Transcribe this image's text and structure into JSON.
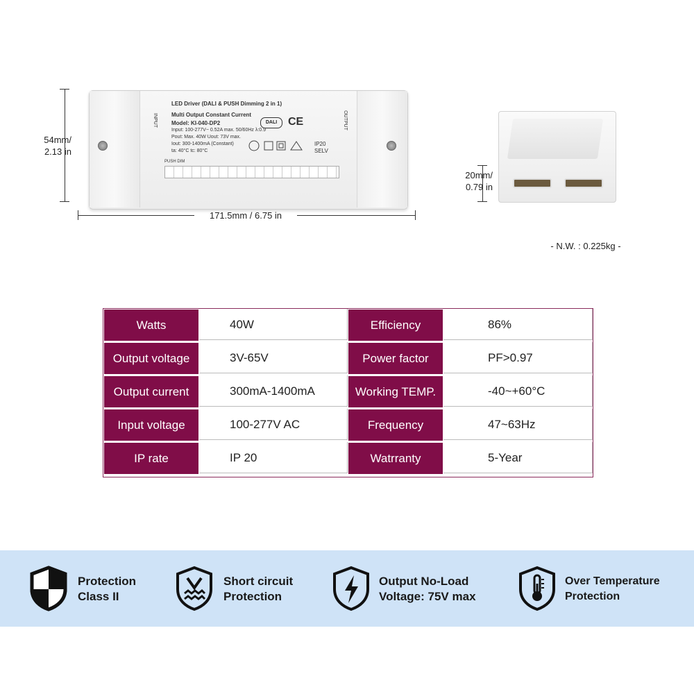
{
  "product": {
    "height_dim": "54mm/",
    "height_dim_in": "2.13 in",
    "length_dim": "171.5mm / 6.75 in",
    "side_dim": "20mm/",
    "side_dim_in": "0.79 in",
    "net_weight": "-  N.W. : 0.225kg  -",
    "label": {
      "line1": "LED Driver (DALI & PUSH Dimming 2 in 1)",
      "line2": "Multi Output Constant Current",
      "model": "Model: KI-040-DP2",
      "input": "Input: 100-277V~ 0.52A max. 50/60Hz λ:0.9",
      "pout": "Pout: Max. 40W  Uout: 73V max.",
      "iout": "Iout: 300-1400mA (Constant)",
      "ta": "ta: 40°C  tc: 80°C",
      "dali": "DALI",
      "ce": "CE",
      "ip": "IP20",
      "selv": "SELV",
      "input_side": "INPUT",
      "output_side": "OUTPUT",
      "push_dim": "PUSH DIM"
    }
  },
  "specs": [
    {
      "label_left": "Watts",
      "value_left": "40W",
      "label_right": "Efficiency",
      "value_right": "86%"
    },
    {
      "label_left": "Output voltage",
      "value_left": "3V-65V",
      "label_right": "Power factor",
      "value_right": "PF>0.97"
    },
    {
      "label_left": "Output current",
      "value_left": "300mA-1400mA",
      "label_right": "Working TEMP.",
      "value_right": "-40~+60°C"
    },
    {
      "label_left": "Input voltage",
      "value_left": "100-277V AC",
      "label_right": "Frequency",
      "value_right": "47~63Hz"
    },
    {
      "label_left": "IP rate",
      "value_left": "IP 20",
      "label_right": "Watrranty",
      "value_right": "5-Year"
    }
  ],
  "features": [
    {
      "icon": "shield-class-ii-icon",
      "line1": "Protection",
      "line2": "Class II"
    },
    {
      "icon": "short-circuit-shield-icon",
      "line1": "Short circuit",
      "line2": "Protection"
    },
    {
      "icon": "lightning-shield-icon",
      "line1": "Output No-Load",
      "line2": "Voltage: 75V max"
    },
    {
      "icon": "thermometer-shield-icon",
      "line1": "Over Temperature",
      "line2": "Protection"
    }
  ],
  "colors": {
    "label_bg": "#800d48",
    "band_bg": "#cfe3f7"
  }
}
